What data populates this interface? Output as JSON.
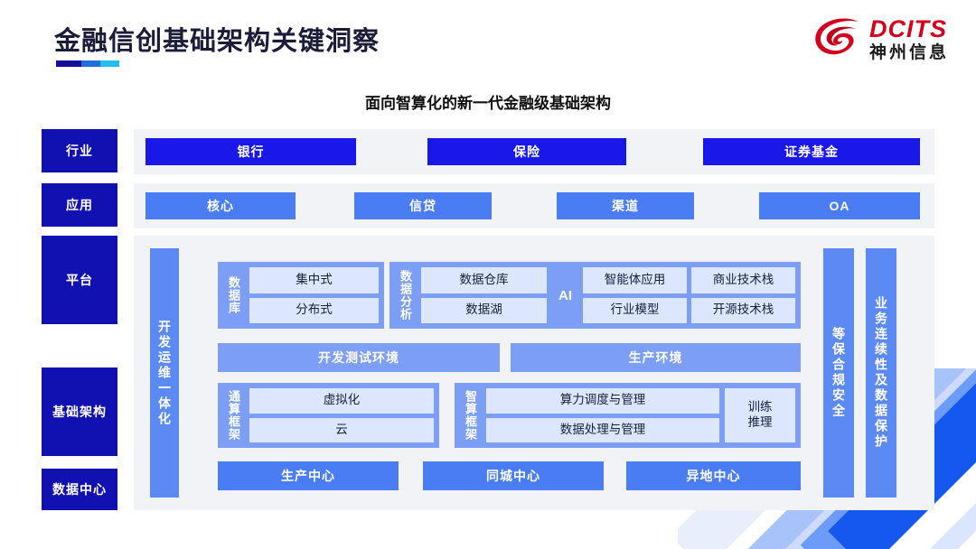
{
  "header": {
    "title": "金融信创基础架构关键洞察",
    "logo_en": "DCITS",
    "logo_cn": "神州信息",
    "accent_colors": [
      "#150d9b",
      "#1f6fe0",
      "#24bdf0"
    ]
  },
  "subtitle": "面向智算化的新一代金融级基础架构",
  "layers": [
    {
      "key": "industry",
      "label": "行业"
    },
    {
      "key": "application",
      "label": "应用"
    },
    {
      "key": "platform",
      "label": "平台"
    },
    {
      "key": "infrastructure",
      "label": "基础架构"
    },
    {
      "key": "datacenter",
      "label": "数据中心"
    }
  ],
  "industry_row": [
    "银行",
    "保险",
    "证券基金"
  ],
  "application_row": [
    "核心",
    "信贷",
    "渠道",
    "OA"
  ],
  "left_vbar": "开发运维一体化",
  "right_vbars": [
    "等保合规安全",
    "业务连续性及数据保护"
  ],
  "platform_groups": [
    {
      "label": "数据库",
      "cells": [
        "集中式",
        "分布式"
      ]
    },
    {
      "label": "数据分析",
      "cells": [
        "数据仓库",
        "数据湖"
      ]
    },
    {
      "label": "AI",
      "label_horizontal": true,
      "cells": [
        "智能体应用",
        "商业技术栈",
        "行业模型",
        "开源技术栈"
      ]
    }
  ],
  "environment_bars": [
    "开发测试环境",
    "生产环境"
  ],
  "compute_groups": [
    {
      "label": "通算框架",
      "cells": [
        "虚拟化",
        "云"
      ],
      "extra": null
    },
    {
      "label": "智算框架",
      "cells": [
        "算力调度与管理",
        "数据处理与管理"
      ],
      "extra": "训练\n推理"
    }
  ],
  "extra_box_lines": [
    "训练",
    "推理"
  ],
  "datacenter_row": [
    "生产中心",
    "同城中心",
    "异地中心"
  ],
  "colors": {
    "sidebar": "#1110b0",
    "deep_blue": "#1a18e8",
    "mid_blue": "#4a7cf4",
    "soft_blue": "#7c9ef4",
    "cell_bg": "#dce6fc",
    "panel_bg": "#f2f3f6",
    "logo_red": "#d5001c"
  }
}
